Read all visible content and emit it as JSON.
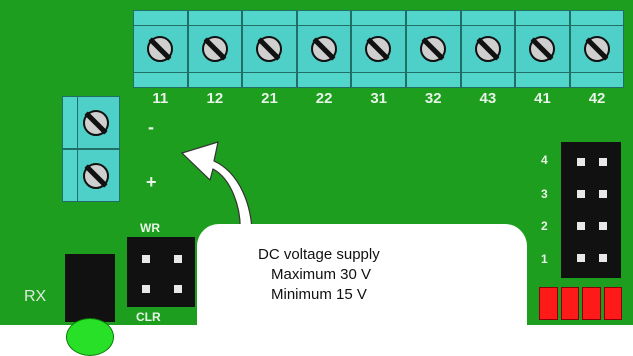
{
  "board": {
    "colors": {
      "pcb": "#1e9e1e",
      "terminal": "#4ed0c8",
      "led": "#28e028",
      "dip": "#ff1a1a"
    },
    "top_terminal_labels": [
      "11",
      "12",
      "21",
      "22",
      "31",
      "32",
      "43",
      "41",
      "42"
    ],
    "power_polarity": {
      "minus": "-",
      "plus": "+"
    },
    "jumper_labels": {
      "top": "WR",
      "bottom": "CLR"
    },
    "receiver_label": "RX",
    "header_row_numbers": [
      "4",
      "3",
      "2",
      "1"
    ],
    "note": {
      "line1": "DC voltage supply",
      "line2": "Maximum 30 V",
      "line3": "Minimum 15 V"
    }
  }
}
